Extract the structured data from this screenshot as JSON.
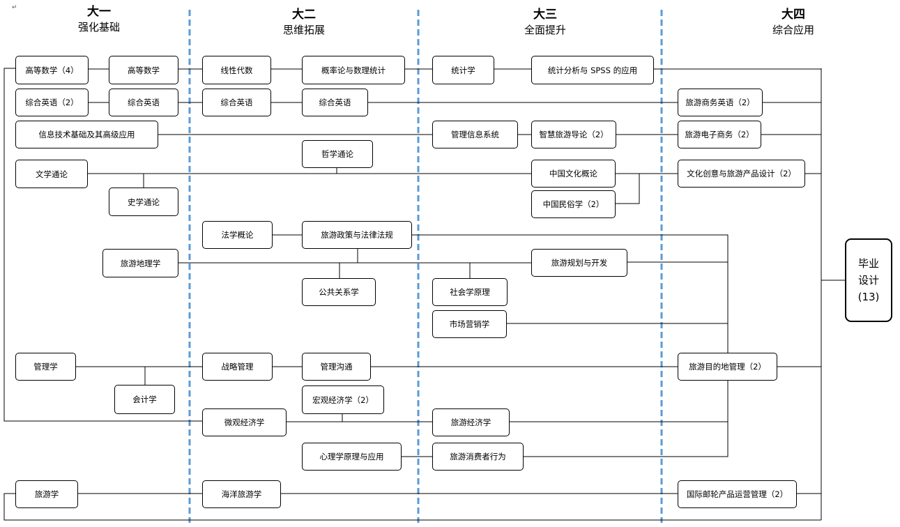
{
  "years": [
    {
      "year": "大一",
      "theme": "强化基础"
    },
    {
      "year": "大二",
      "theme": "思维拓展"
    },
    {
      "year": "大三",
      "theme": "全面提升"
    },
    {
      "year": "大四",
      "theme": "综合应用"
    }
  ],
  "graduation": {
    "line1": "毕业",
    "line2": "设计",
    "line3": "(13)"
  },
  "courses": {
    "gdsx4": "高等数学（4）",
    "gdsx": "高等数学",
    "xxds": "线性代数",
    "glts": "概率论与数理统计",
    "tjx": "统计学",
    "spss": "统计分析与 SPSS 的应用",
    "zhyy2": "综合英语（2）",
    "zhyy_a": "综合英语",
    "zhyy_b": "综合英语",
    "zhyy_c": "综合英语",
    "lysw_en": "旅游商务英语（2）",
    "xxjs": "信息技术基础及其高级应用",
    "glxx": "管理信息系统",
    "zhly": "智慧旅游导论（2）",
    "lydz": "旅游电子商务（2）",
    "zxtl": "哲学通论",
    "wxtl": "文学通论",
    "zgwh": "中国文化概论",
    "whcy": "文化创意与旅游产品设计（2）",
    "sxtl": "史学通论",
    "zgms": "中国民俗学（2）",
    "fxgl": "法学概论",
    "lyzc": "旅游政策与法律法规",
    "lydl": "旅游地理学",
    "lygh": "旅游规划与开发",
    "gggx": "公共关系学",
    "shyl": "社会学原理",
    "scyx": "市场营销学",
    "glx": "管理学",
    "zlgl": "战略管理",
    "glgt": "管理沟通",
    "lymd": "旅游目的地管理（2）",
    "kjx": "会计学",
    "hgjj": "宏观经济学（2）",
    "wgjj": "微观经济学",
    "lyjj": "旅游经济学",
    "xlx": "心理学原理与应用",
    "xfz": "旅游消费者行为",
    "lyx": "旅游学",
    "hyly": "海洋旅游学",
    "yl": "国际邮轮产品运营管理（2）"
  },
  "line_color": "#000000",
  "divider_color": "#5b9bd5"
}
